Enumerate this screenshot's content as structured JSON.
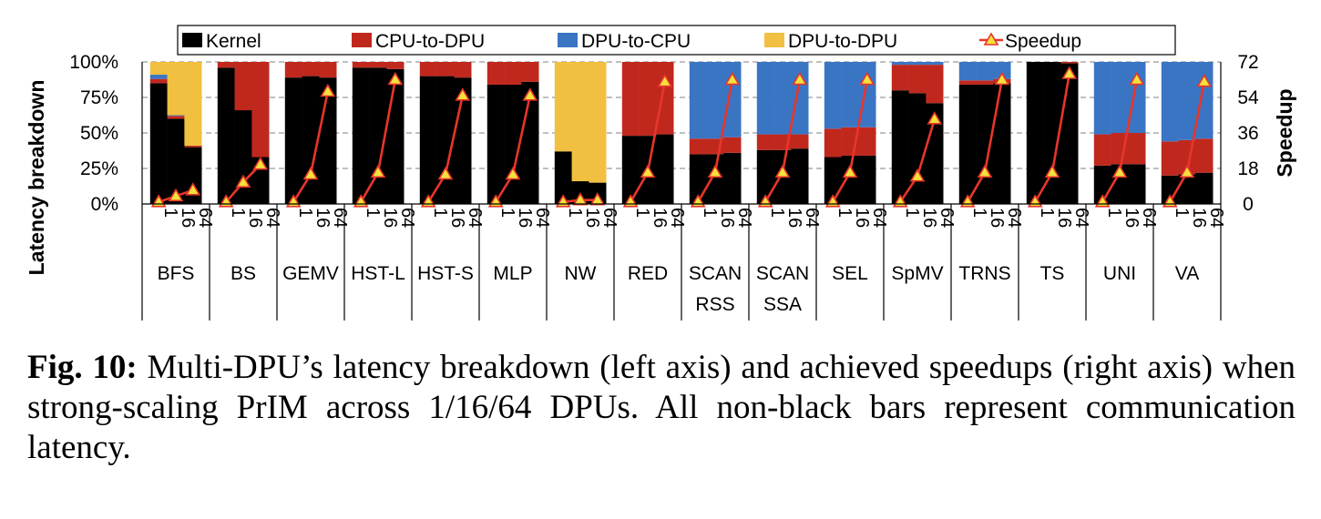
{
  "chart_data": {
    "type": "bar",
    "stacked": true,
    "y_axis_label": "Latency breakdown",
    "y2_axis_label": "Speedup",
    "y_ticks": [
      "0%",
      "25%",
      "50%",
      "75%",
      "100%"
    ],
    "y2_ticks": [
      "0",
      "18",
      "36",
      "54",
      "72"
    ],
    "ylim": [
      0,
      100
    ],
    "y2lim": [
      0,
      72
    ],
    "grid": true,
    "legend_position": "top",
    "dpu_counts": [
      "1",
      "16",
      "64"
    ],
    "legend": [
      {
        "label": "Kernel",
        "color": "#000000",
        "kind": "bar"
      },
      {
        "label": "CPU-to-DPU",
        "color": "#c0281e",
        "kind": "bar"
      },
      {
        "label": "DPU-to-CPU",
        "color": "#3a75c4",
        "kind": "bar"
      },
      {
        "label": "DPU-to-DPU",
        "color": "#f2c040",
        "kind": "bar"
      },
      {
        "label": "Speedup",
        "color": "#e8352b",
        "marker_fill": "#f5e03c",
        "kind": "line"
      }
    ],
    "benchmarks": [
      {
        "name": [
          "BFS"
        ],
        "kernel": [
          85,
          60,
          40
        ],
        "cpu_dpu": [
          3,
          2,
          1
        ],
        "dpu_cpu": [
          3,
          0.5,
          0
        ],
        "dpu_dpu": [
          9,
          37.5,
          59
        ],
        "speedup": [
          1,
          4,
          7
        ]
      },
      {
        "name": [
          "BS"
        ],
        "kernel": [
          96,
          66,
          33
        ],
        "cpu_dpu": [
          4,
          34,
          67
        ],
        "dpu_cpu": [
          0,
          0,
          0
        ],
        "dpu_dpu": [
          0,
          0,
          0
        ],
        "speedup": [
          1,
          11,
          20
        ]
      },
      {
        "name": [
          "GEMV"
        ],
        "kernel": [
          89,
          90,
          89
        ],
        "cpu_dpu": [
          11,
          10,
          11
        ],
        "dpu_cpu": [
          0,
          0,
          0
        ],
        "dpu_dpu": [
          0,
          0,
          0
        ],
        "speedup": [
          1,
          15,
          57
        ]
      },
      {
        "name": [
          "HST-L"
        ],
        "kernel": [
          96,
          96,
          95
        ],
        "cpu_dpu": [
          4,
          4,
          5
        ],
        "dpu_cpu": [
          0,
          0,
          0
        ],
        "dpu_dpu": [
          0,
          0,
          0
        ],
        "speedup": [
          1,
          16,
          63
        ]
      },
      {
        "name": [
          "HST-S"
        ],
        "kernel": [
          90,
          90,
          89
        ],
        "cpu_dpu": [
          10,
          10,
          11
        ],
        "dpu_cpu": [
          0,
          0,
          0
        ],
        "dpu_dpu": [
          0,
          0,
          0
        ],
        "speedup": [
          1,
          15,
          55
        ]
      },
      {
        "name": [
          "MLP"
        ],
        "kernel": [
          84,
          84,
          86
        ],
        "cpu_dpu": [
          16,
          16,
          14
        ],
        "dpu_cpu": [
          0,
          0,
          0
        ],
        "dpu_dpu": [
          0,
          0,
          0
        ],
        "speedup": [
          1,
          15,
          55
        ]
      },
      {
        "name": [
          "NW"
        ],
        "kernel": [
          37,
          16,
          15
        ],
        "cpu_dpu": [
          0,
          0,
          0
        ],
        "dpu_cpu": [
          0,
          0,
          0
        ],
        "dpu_dpu": [
          63,
          84,
          85
        ],
        "speedup": [
          1,
          2,
          2
        ]
      },
      {
        "name": [
          "RED"
        ],
        "kernel": [
          48,
          48,
          49
        ],
        "cpu_dpu": [
          52,
          52,
          51
        ],
        "dpu_cpu": [
          0,
          0,
          0
        ],
        "dpu_dpu": [
          0,
          0,
          0
        ],
        "speedup": [
          1,
          16,
          62
        ]
      },
      {
        "name": [
          "SCAN",
          "RSS"
        ],
        "kernel": [
          35,
          35,
          36
        ],
        "cpu_dpu": [
          11,
          11,
          11
        ],
        "dpu_cpu": [
          54,
          54,
          53
        ],
        "dpu_dpu": [
          0,
          0,
          0
        ],
        "speedup": [
          1,
          16,
          63
        ]
      },
      {
        "name": [
          "SCAN",
          "SSA"
        ],
        "kernel": [
          38,
          38,
          39
        ],
        "cpu_dpu": [
          11,
          11,
          10
        ],
        "dpu_cpu": [
          51,
          51,
          51
        ],
        "dpu_dpu": [
          0,
          0,
          0
        ],
        "speedup": [
          1,
          16,
          63
        ]
      },
      {
        "name": [
          "SEL"
        ],
        "kernel": [
          33,
          34,
          34
        ],
        "cpu_dpu": [
          20,
          20,
          20
        ],
        "dpu_cpu": [
          47,
          46,
          46
        ],
        "dpu_dpu": [
          0,
          0,
          0
        ],
        "speedup": [
          1,
          16,
          63
        ]
      },
      {
        "name": [
          "SpMV"
        ],
        "kernel": [
          80,
          78,
          71
        ],
        "cpu_dpu": [
          18,
          20,
          27
        ],
        "dpu_cpu": [
          2,
          2,
          2
        ],
        "dpu_dpu": [
          0,
          0,
          0
        ],
        "speedup": [
          1,
          14,
          43
        ]
      },
      {
        "name": [
          "TRNS"
        ],
        "kernel": [
          84,
          84,
          85
        ],
        "cpu_dpu": [
          3,
          3,
          3
        ],
        "dpu_cpu": [
          13,
          13,
          12
        ],
        "dpu_dpu": [
          0,
          0,
          0
        ],
        "speedup": [
          1,
          16,
          63
        ]
      },
      {
        "name": [
          "TS"
        ],
        "kernel": [
          100,
          100,
          99
        ],
        "cpu_dpu": [
          0,
          0,
          1
        ],
        "dpu_cpu": [
          0,
          0,
          0
        ],
        "dpu_dpu": [
          0,
          0,
          0
        ],
        "speedup": [
          1,
          16,
          66
        ]
      },
      {
        "name": [
          "UNI"
        ],
        "kernel": [
          27,
          28,
          28
        ],
        "cpu_dpu": [
          22,
          22,
          22
        ],
        "dpu_cpu": [
          51,
          50,
          50
        ],
        "dpu_dpu": [
          0,
          0,
          0
        ],
        "speedup": [
          1,
          16,
          63
        ]
      },
      {
        "name": [
          "VA"
        ],
        "kernel": [
          20,
          21,
          22
        ],
        "cpu_dpu": [
          24,
          24,
          24
        ],
        "dpu_cpu": [
          56,
          55,
          54
        ],
        "dpu_dpu": [
          0,
          0,
          0
        ],
        "speedup": [
          1,
          16,
          62
        ]
      }
    ]
  },
  "caption": {
    "label": "Fig. 10:",
    "text": " Multi-DPU’s latency breakdown (left axis) and achieved speedups (right axis) when strong-scaling PrIM across 1/16/64 DPUs. All non-black bars represent communication latency."
  }
}
